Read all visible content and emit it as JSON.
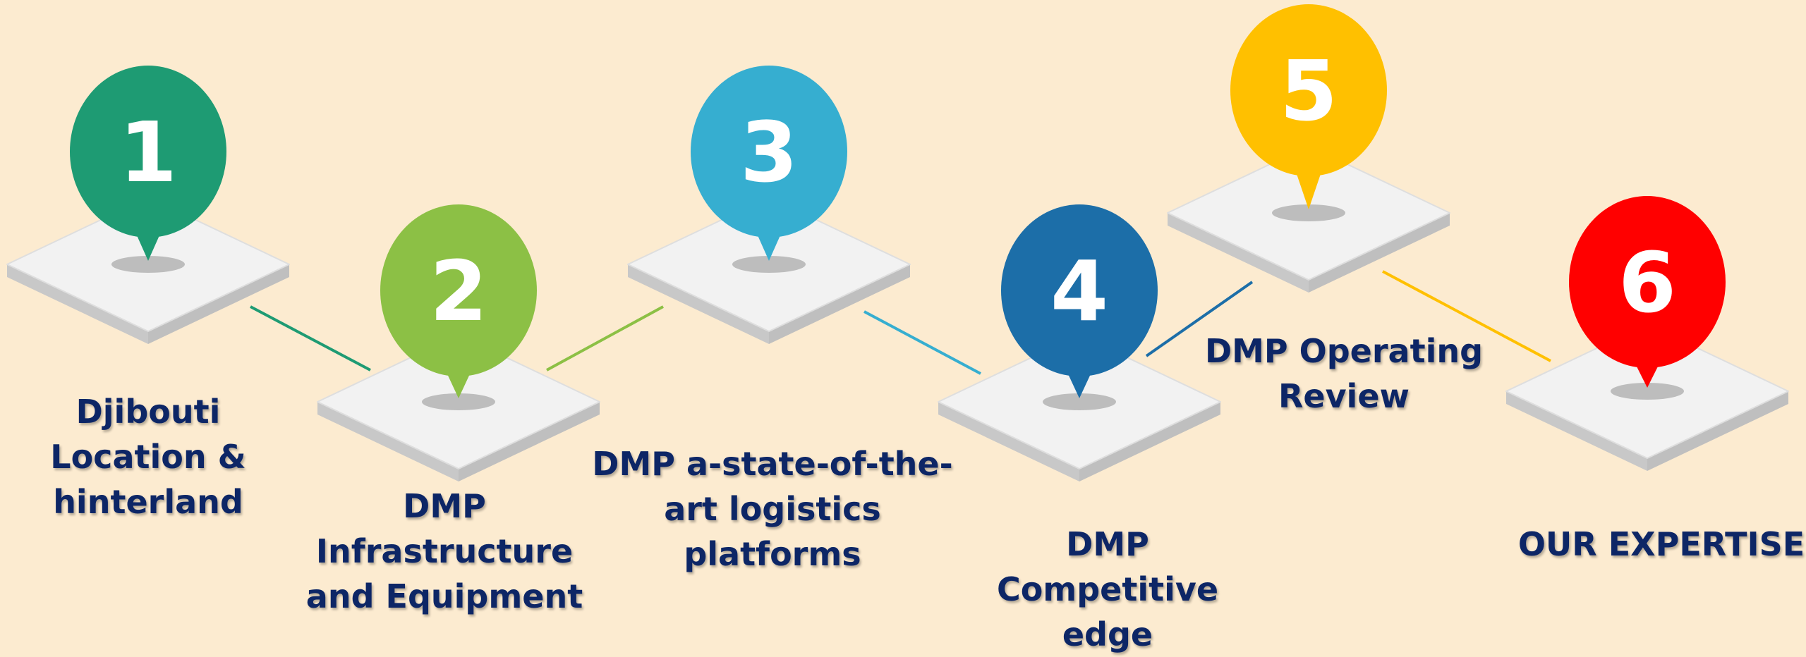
{
  "steps": [
    {
      "number": "1",
      "label": "Djibouti Location & hinterland",
      "color": "#1e9b73"
    },
    {
      "number": "2",
      "label": "DMP Infrastructure and Equipment",
      "color": "#8cc045"
    },
    {
      "number": "3",
      "label": "DMP a-state-of-the-art logistics platforms",
      "color": "#36aed0"
    },
    {
      "number": "4",
      "label": "DMP Competitive edge",
      "color": "#1c6ea8"
    },
    {
      "number": "5",
      "label": "DMP Operating Review",
      "color": "#ffc000"
    },
    {
      "number": "6",
      "label": "OUR EXPERTISE",
      "color": "#ff0000"
    }
  ],
  "colors": {
    "background": "#fcebd0",
    "text": "#0d2666",
    "platform_top": "#f2f2f2",
    "platform_side": "#bfbfbf",
    "shadow": "#bdbdbd"
  }
}
